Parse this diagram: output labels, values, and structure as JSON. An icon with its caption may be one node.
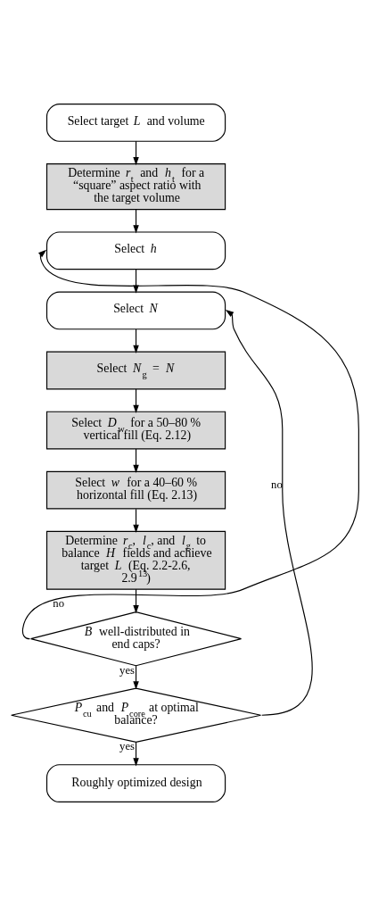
{
  "diagram": {
    "nodes": [
      {
        "text": [
          "Select target *L* and volume"
        ]
      },
      {
        "text": [
          "Determine *r*$_{t}$ and *h*$_{t}$ for a “square” aspect ratio with the target volume"
        ]
      },
      {
        "text": [
          "Select *h*"
        ]
      },
      {
        "text": [
          "Select *N*"
        ]
      },
      {
        "text": [
          "Select *N*$_{g}$ = *N*"
        ]
      },
      {
        "text": [
          "Select *D*$_{w}$ for a 50–80 % vertical fill (Eq. 2.12)"
        ]
      },
      {
        "text": [
          "Select *w* for a 40–60 % horizontal fill (Eq. 2.13)"
        ]
      },
      {
        "text": [
          "Determine *r*$_{c}$, *l*$_{c}$, and *l*$_{g}$ to balance *H* fields and achieve target *L* (Eq. 2.2-2.6, 2.9$^{13}$)"
        ]
      },
      {
        "text": [
          "*B* well-distributed in end caps?"
        ]
      },
      {
        "text": [
          "*P*$_{cu}$ and *P*$_{core}$ at optimal balance?"
        ]
      },
      {
        "text": [
          "Roughly optimized design"
        ]
      }
    ],
    "edges": [
      {
        "from": 0,
        "to": 1,
        "arrow": "to"
      },
      {
        "from": 1,
        "to": 2,
        "arrow": "to"
      },
      {
        "from": 2,
        "to": 3,
        "arrow": "to"
      },
      {
        "from": 3,
        "to": 4,
        "arrow": "to"
      },
      {
        "from": 4,
        "to": 5,
        "arrow": "to"
      },
      {
        "from": 5,
        "to": 6,
        "arrow": "to"
      },
      {
        "from": 6,
        "to": 7,
        "arrow": "to"
      },
      {
        "from": 7,
        "to": 8,
        "arrow": "to"
      },
      {
        "from": 8,
        "to": 2,
        "arrow": "to",
        "label": "no"
      },
      {
        "from": 8,
        "to": 9,
        "arrow": "to",
        "label": "yes"
      },
      {
        "from": 9,
        "to": 3,
        "arrow": "to",
        "label": "no"
      },
      {
        "from": 9,
        "to": 10,
        "arrow": "to",
        "label": "yes"
      }
    ]
  }
}
